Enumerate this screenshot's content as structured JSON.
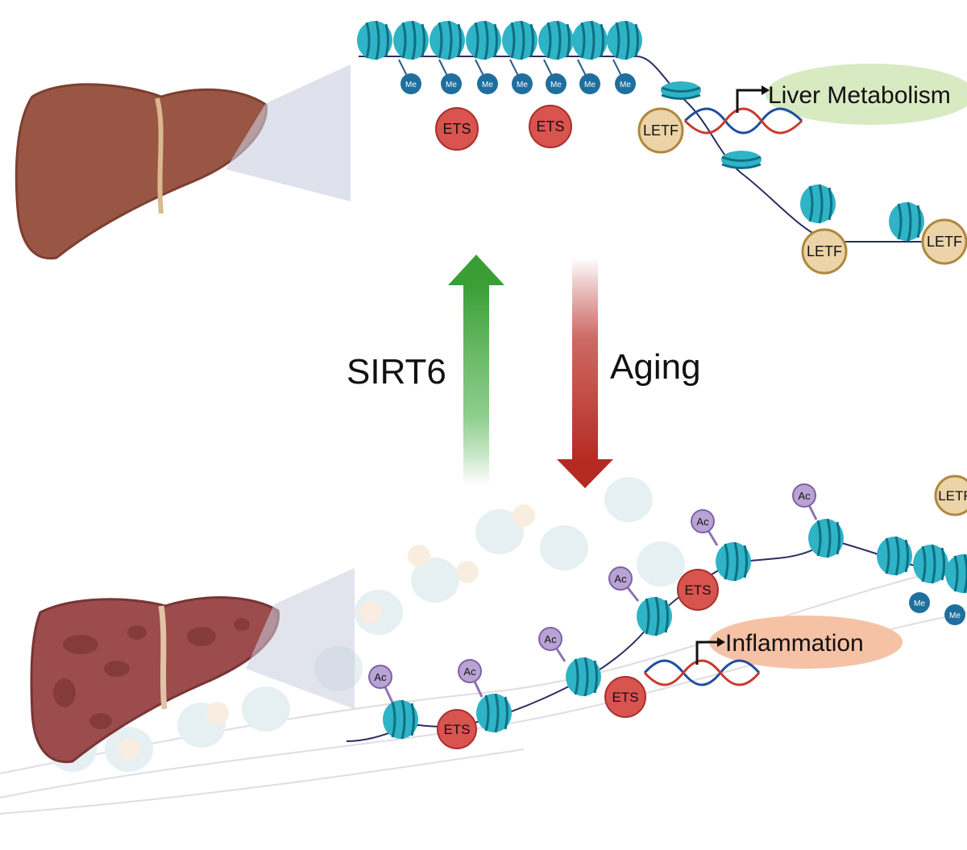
{
  "labels": {
    "sirt6": "SIRT6",
    "aging": "Aging",
    "liver_metabolism": "Liver Metabolism",
    "inflammation": "Inflammation"
  },
  "marks": {
    "methyl": "Me",
    "acetyl": "Ac",
    "ets": "ETS",
    "letf": "LETF"
  },
  "colors": {
    "nucleosome": "#2fb3c6",
    "nucleosome_dark": "#0f7f93",
    "methyl": "#1f6f9e",
    "acetyl": "#b8a3d3",
    "ets": "#d9534f",
    "letf": "#ecd3a8",
    "sirt6_arrow": "#3fa63a",
    "aging_arrow": "#b52a22",
    "liver_healthy": "#9a5645",
    "liver_aged": "#9c4c4c",
    "metabolism_oval": "#d8eac2",
    "inflammation_oval": "#f6c2a6"
  }
}
